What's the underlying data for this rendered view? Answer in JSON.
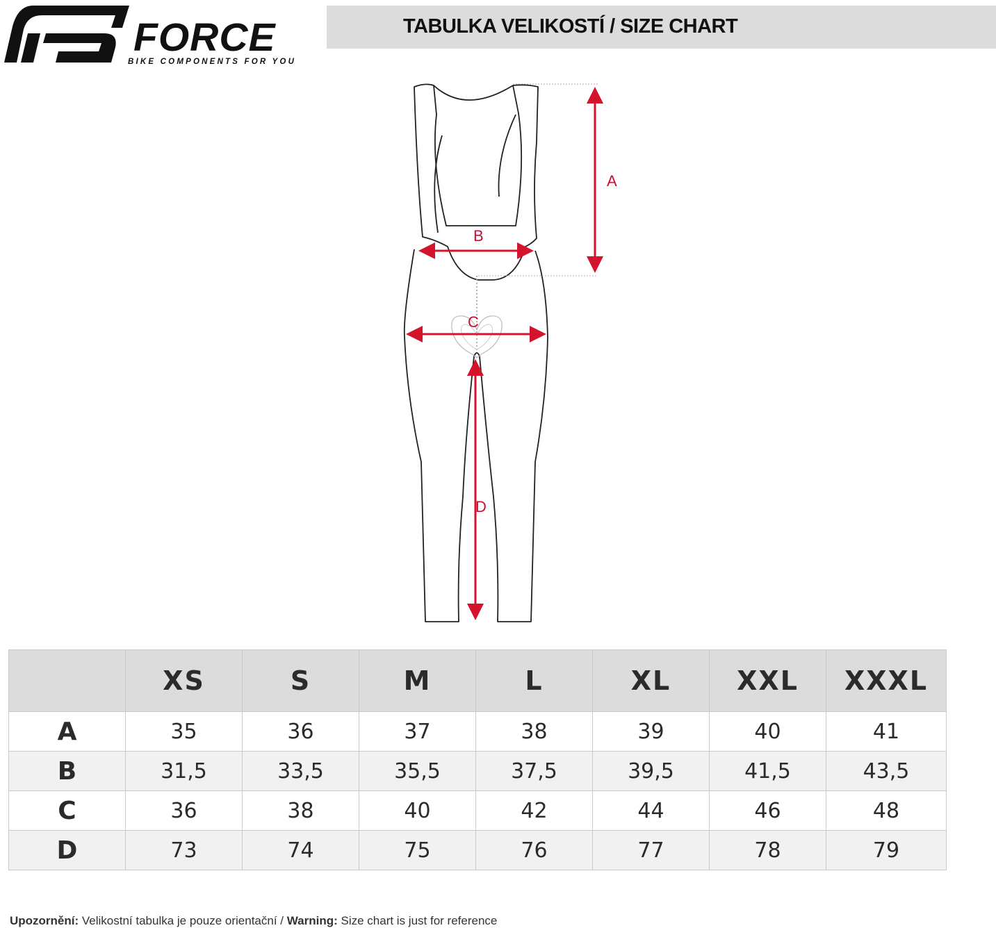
{
  "brand": {
    "name": "FORCE",
    "tagline": "BIKE COMPONENTS FOR YOU"
  },
  "title": "TABULKA VELIKOSTÍ / SIZE CHART",
  "diagram": {
    "labels": {
      "a": "A",
      "b": "B",
      "c": "C",
      "d": "D"
    },
    "colors": {
      "arrow": "#d3142c",
      "outline": "#222222",
      "guide": "#c9a0a6"
    }
  },
  "table": {
    "headers": [
      "",
      "XS",
      "S",
      "M",
      "L",
      "XL",
      "XXL",
      "XXXL"
    ],
    "rows": [
      {
        "label": "A",
        "values": [
          "35",
          "36",
          "37",
          "38",
          "39",
          "40",
          "41"
        ]
      },
      {
        "label": "B",
        "values": [
          "31,5",
          "33,5",
          "35,5",
          "37,5",
          "39,5",
          "41,5",
          "43,5"
        ]
      },
      {
        "label": "C",
        "values": [
          "36",
          "38",
          "40",
          "42",
          "44",
          "46",
          "48"
        ]
      },
      {
        "label": "D",
        "values": [
          "73",
          "74",
          "75",
          "76",
          "77",
          "78",
          "79"
        ]
      }
    ]
  },
  "footer": {
    "warning_cz_label": "Upozornění:",
    "warning_cz_text": " Velikostní tabulka je pouze orientační / ",
    "warning_en_label": "Warning:",
    "warning_en_text": " Size chart is just for reference"
  }
}
